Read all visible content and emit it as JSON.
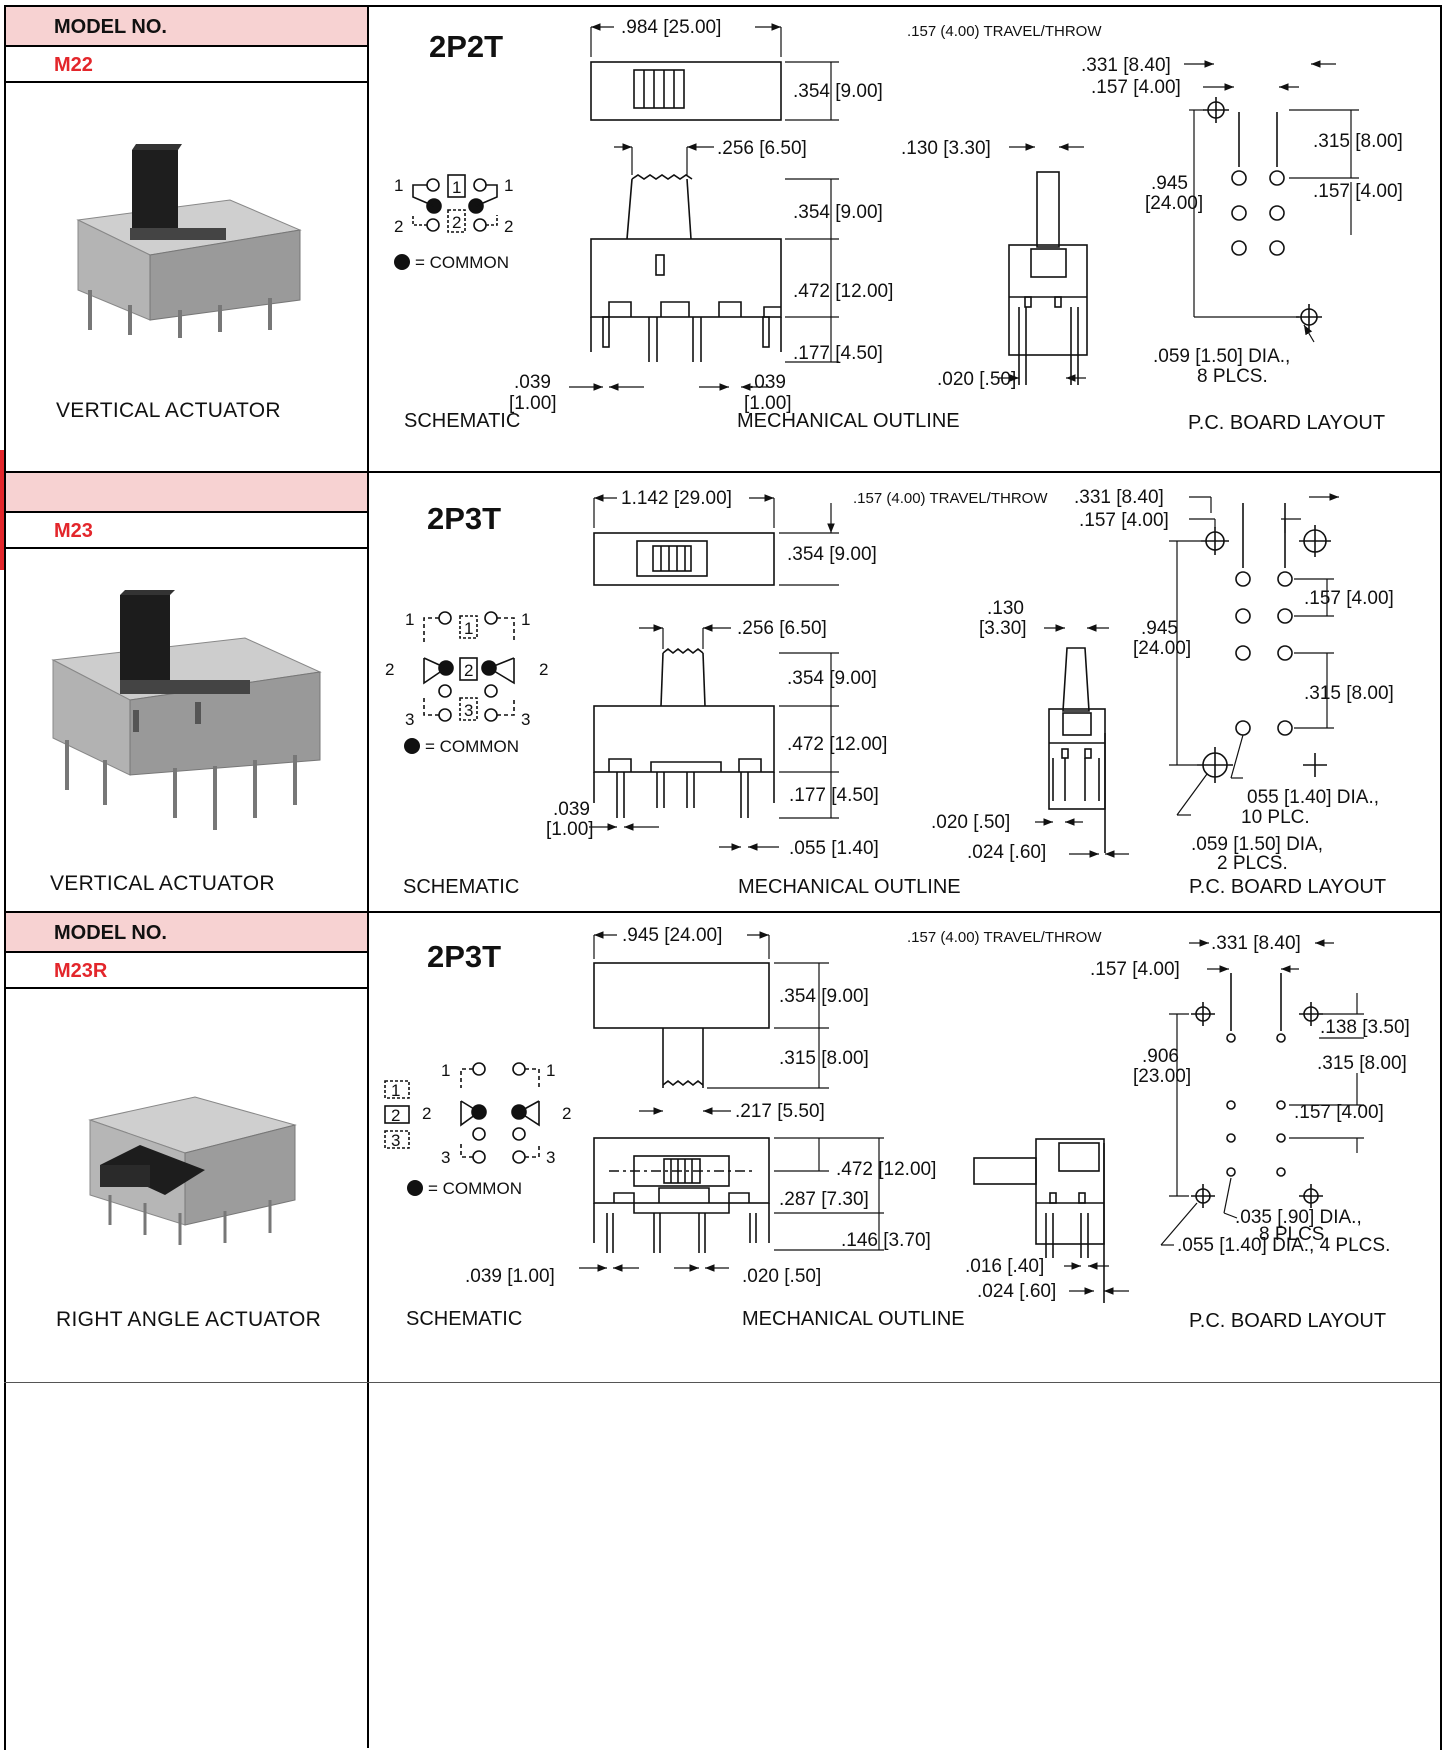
{
  "sections": [
    {
      "model_heading": "MODEL NO.",
      "model_number": "M22",
      "actuator": "VERTICAL ACTUATOR",
      "configuration": "2P2T",
      "travel": ".157 (4.00) TRAVEL/THROW",
      "labels": {
        "schematic": "SCHEMATIC",
        "mechanical": "MECHANICAL OUTLINE",
        "pcb": "P.C. BOARD LAYOUT"
      },
      "common": "= COMMON",
      "dims": {
        "length": ".984 [25.00]",
        "top_height": ".354 [9.00]",
        "act_width": ".256 [6.50]",
        "act_height": ".354 [9.00]",
        "body_height": ".472 [12.00]",
        "pin_len": ".177 [4.50]",
        "pin_left_a": ".039",
        "pin_left_b": "[1.00]",
        "pin_right_a": ".039",
        "pin_right_b": "[1.00]",
        "side_width": ".130 [3.30]",
        "side_pin": ".020 [.50]",
        "pcb_col1": ".331 [8.40]",
        "pcb_col2": ".157 [4.00]",
        "pcb_row1": ".315 [8.00]",
        "pcb_row2": ".157 [4.00]",
        "pcb_height_a": ".945",
        "pcb_height_b": "[24.00]",
        "pcb_hole_a": ".059 [1.50] DIA.,",
        "pcb_hole_b": "8 PLCS."
      }
    },
    {
      "model_heading": "",
      "model_number": "M23",
      "actuator": "VERTICAL ACTUATOR",
      "configuration": "2P3T",
      "travel": ".157 (4.00) TRAVEL/THROW",
      "labels": {
        "schematic": "SCHEMATIC",
        "mechanical": "MECHANICAL OUTLINE",
        "pcb": "P.C. BOARD LAYOUT"
      },
      "common": "= COMMON",
      "dims": {
        "length": "1.142 [29.00]",
        "top_height": ".354 [9.00]",
        "act_width": ".256 [6.50]",
        "act_height": ".354 [9.00]",
        "body_height": ".472 [12.00]",
        "pin_len": ".177 [4.50]",
        "pin_left_a": ".039",
        "pin_left_b": "[1.00]",
        "pin_right": ".055 [1.40]",
        "side_width_a": ".130",
        "side_width_b": "[3.30]",
        "side_pin": ".020 [.50]",
        "side_body": ".024 [.60]",
        "pcb_col1": ".331 [8.40]",
        "pcb_col2": ".157 [4.00]",
        "pcb_row1": ".157 [4.00]",
        "pcb_row2": ".315 [8.00]",
        "pcb_height_a": ".945",
        "pcb_height_b": "[24.00]",
        "pcb_hole_a": "055 [1.40] DIA.,",
        "pcb_hole_b": "10 PLC.",
        "pcb_hole_c": ".059 [1.50] DIA,",
        "pcb_hole_d": "2 PLCS."
      }
    },
    {
      "model_heading": "MODEL NO.",
      "model_number": "M23R",
      "actuator": "RIGHT ANGLE ACTUATOR",
      "configuration": "2P3T",
      "travel": ".157 (4.00) TRAVEL/THROW",
      "labels": {
        "schematic": "SCHEMATIC",
        "mechanical": "MECHANICAL OUTLINE",
        "pcb": "P.C. BOARD LAYOUT"
      },
      "common": "= COMMON",
      "dims": {
        "length": ".945 [24.00]",
        "top_height": ".354 [9.00]",
        "act_len": ".315 [8.00]",
        "act_width": ".217 [5.50]",
        "body_height": ".472 [12.00]",
        "act_center": ".287 [7.30]",
        "pin_len": ".146 [3.70]",
        "pin_left": ".039 [1.00]",
        "pin_right": ".020 [.50]",
        "side_pin": ".016 [.40]",
        "side_body": ".024 [.60]",
        "pcb_col1": ".331 [8.40]",
        "pcb_col2": ".157 [4.00]",
        "pcb_off": ".138 [3.50]",
        "pcb_row1": ".315 [8.00]",
        "pcb_row2": ".157 [4.00]",
        "pcb_height_a": ".906",
        "pcb_height_b": "[23.00]",
        "pcb_hole_a": ".035 [.90] DIA.,",
        "pcb_hole_b": "8 PLCS.",
        "pcb_hole_c": ".055 [1.40] DIA., 4 PLCS."
      }
    }
  ]
}
